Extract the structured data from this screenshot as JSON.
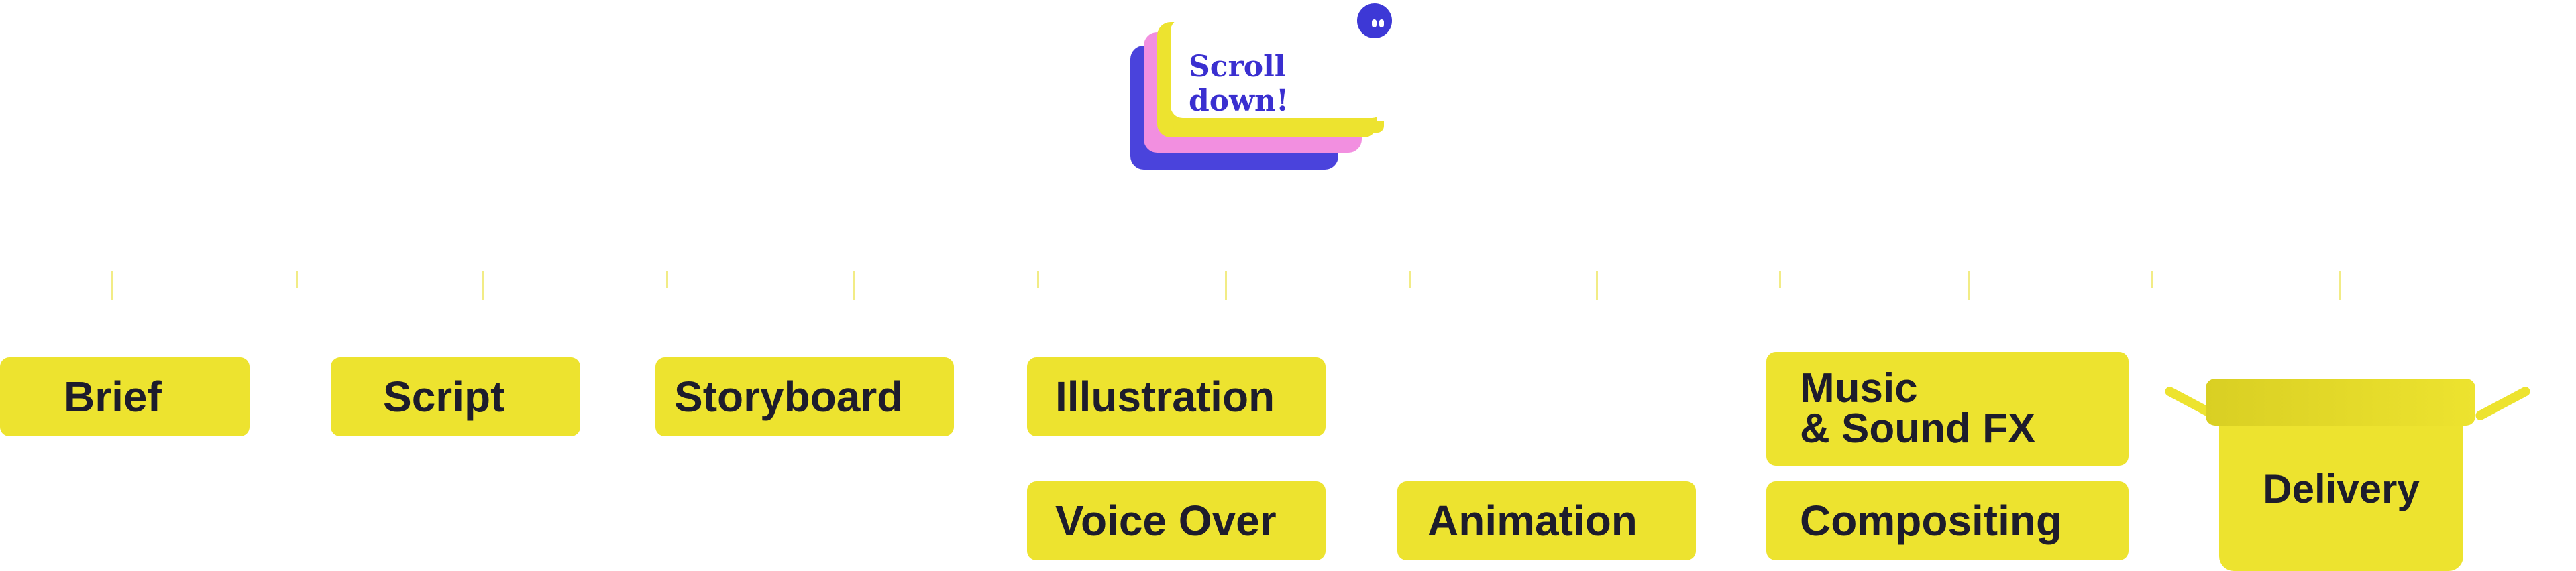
{
  "header": {
    "scroll_hint": "Scroll down!",
    "mascot_icon": "mascot-face-icon"
  },
  "timeline": {
    "steps": [
      "Brief",
      "Script",
      "Storyboard",
      "Illustration",
      "Voice Over",
      "Animation",
      "Music",
      "& Sound FX",
      "Compositing",
      "Delivery"
    ]
  },
  "colors": {
    "accent_yellow": "#ede32f",
    "accent_blue": "#4a43dc",
    "accent_pink": "#f28fe0",
    "text_dark": "#1d1c2c"
  }
}
